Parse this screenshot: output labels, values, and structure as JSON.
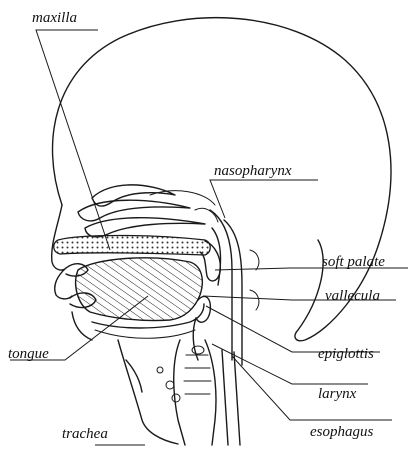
{
  "labels": {
    "maxilla": "maxilla",
    "nasopharynx": "nasopharynx",
    "soft_palate": "soft palate",
    "vallecula": "vallecula",
    "tongue": "tongue",
    "epiglottis": "epiglottis",
    "larynx": "larynx",
    "trachea": "trachea",
    "esophagus": "esophagus"
  }
}
